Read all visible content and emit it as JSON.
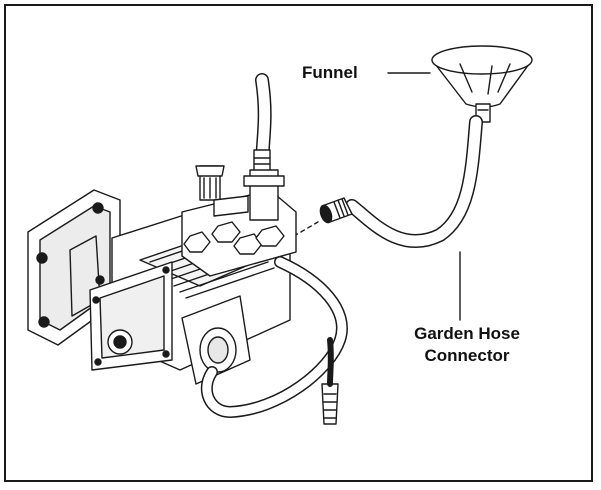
{
  "labels": {
    "funnel": "Funnel",
    "hose_line1": "Garden Hose",
    "hose_line2": "Connector"
  },
  "colors": {
    "ink": "#1a1a1a",
    "fill": "#ffffff",
    "shade": "#e8e8e8"
  }
}
